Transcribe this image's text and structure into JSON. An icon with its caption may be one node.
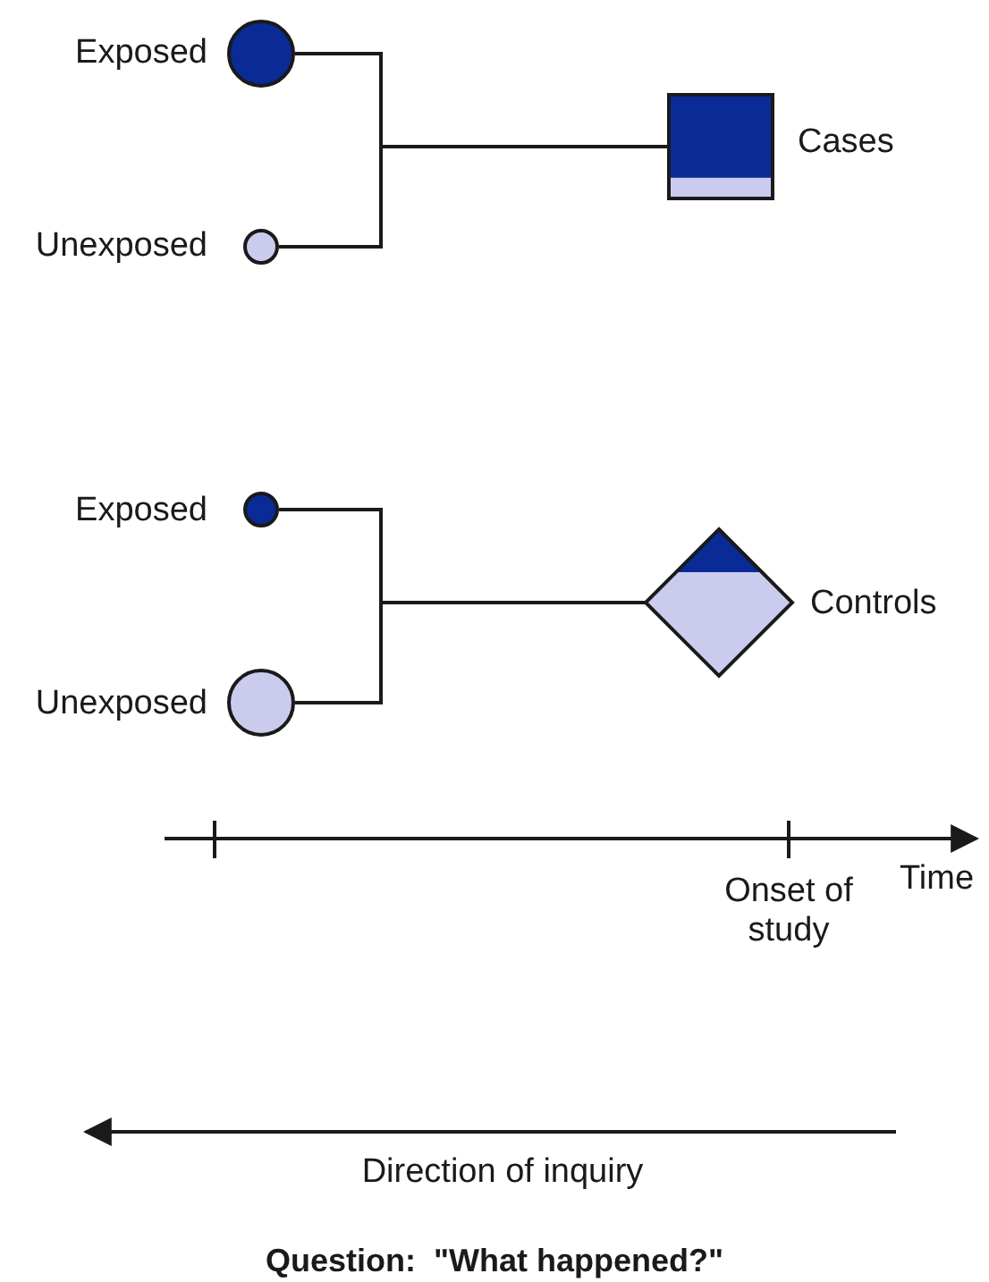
{
  "diagram": {
    "caption": "Question:  \"What happened?\"",
    "nodes": [
      {
        "text": [],
        "shape": "circle",
        "beside": [
          "Exposed"
        ]
      },
      {
        "text": [],
        "shape": "circle",
        "beside": [
          "Unexposed"
        ]
      },
      {
        "text": [],
        "shape": "box",
        "beside": [
          "Cases"
        ]
      },
      {
        "text": [],
        "shape": "circle",
        "beside": [
          "Exposed"
        ]
      },
      {
        "text": [],
        "shape": "circle",
        "beside": [
          "Unexposed"
        ]
      },
      {
        "text": [],
        "shape": "diamond",
        "beside": [
          "Controls"
        ]
      }
    ],
    "edges": [
      {
        "from": 0,
        "to": 2,
        "arrow": "none"
      },
      {
        "from": 1,
        "to": 2,
        "arrow": "none"
      },
      {
        "from": 3,
        "to": 5,
        "arrow": "none"
      },
      {
        "from": 4,
        "to": 5,
        "arrow": "none"
      }
    ],
    "labels": [
      "Onset of study",
      "Time",
      "Direction of inquiry"
    ]
  }
}
